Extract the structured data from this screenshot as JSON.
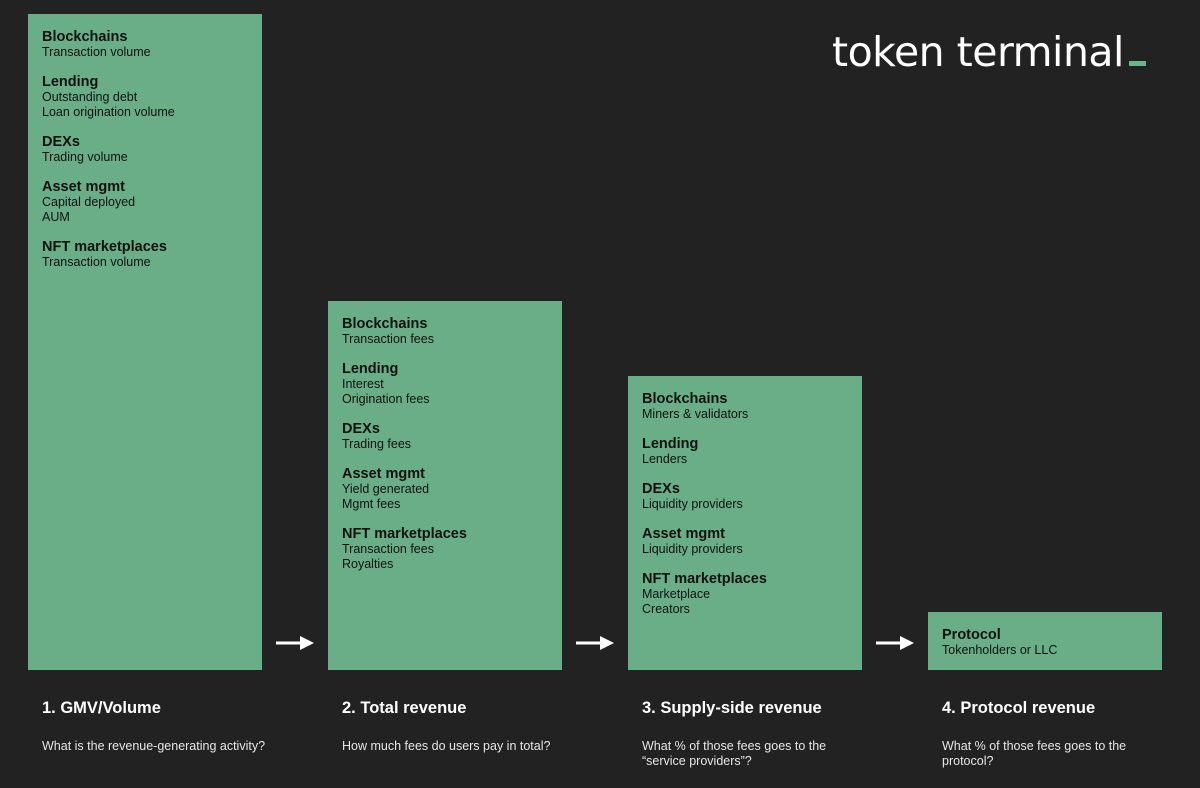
{
  "logo": {
    "text": "token terminal"
  },
  "boxes": [
    {
      "groups": [
        {
          "title": "Blockchains",
          "lines": [
            "Transaction volume"
          ]
        },
        {
          "title": "Lending",
          "lines": [
            "Outstanding debt",
            "Loan origination volume"
          ]
        },
        {
          "title": "DEXs",
          "lines": [
            "Trading volume"
          ]
        },
        {
          "title": "Asset mgmt",
          "lines": [
            "Capital deployed",
            "AUM"
          ]
        },
        {
          "title": "NFT marketplaces",
          "lines": [
            "Transaction volume"
          ]
        }
      ]
    },
    {
      "groups": [
        {
          "title": "Blockchains",
          "lines": [
            "Transaction fees"
          ]
        },
        {
          "title": "Lending",
          "lines": [
            "Interest",
            "Origination fees"
          ]
        },
        {
          "title": "DEXs",
          "lines": [
            "Trading fees"
          ]
        },
        {
          "title": "Asset mgmt",
          "lines": [
            "Yield generated",
            "Mgmt fees"
          ]
        },
        {
          "title": "NFT marketplaces",
          "lines": [
            "Transaction fees",
            "Royalties"
          ]
        }
      ]
    },
    {
      "groups": [
        {
          "title": "Blockchains",
          "lines": [
            "Miners & validators"
          ]
        },
        {
          "title": "Lending",
          "lines": [
            "Lenders"
          ]
        },
        {
          "title": "DEXs",
          "lines": [
            "Liquidity providers"
          ]
        },
        {
          "title": "Asset mgmt",
          "lines": [
            "Liquidity providers"
          ]
        },
        {
          "title": "NFT marketplaces",
          "lines": [
            "Marketplace",
            "Creators"
          ]
        }
      ]
    },
    {
      "groups": [
        {
          "title": "Protocol",
          "lines": [
            "Tokenholders or LLC"
          ]
        }
      ]
    }
  ],
  "steps": [
    {
      "title": "1. GMV/Volume",
      "description": "What is the revenue-generating activity?"
    },
    {
      "title": "2. Total revenue",
      "description": "How much fees do users pay in total?"
    },
    {
      "title": "3. Supply-side revenue",
      "description": "What % of those fees goes to the “service providers”?"
    },
    {
      "title": "4. Protocol revenue",
      "description": "What % of those fees goes to the protocol?"
    }
  ],
  "colors": {
    "background": "#222222",
    "box": "#6aae88",
    "accent": "#6ab48a",
    "text_light": "#ffffff"
  }
}
